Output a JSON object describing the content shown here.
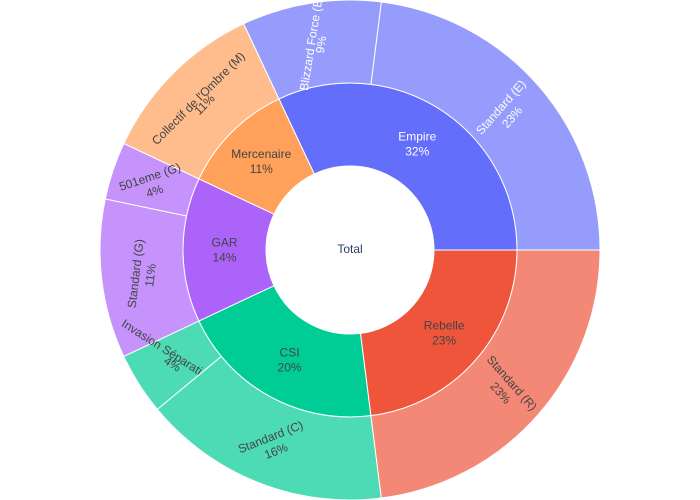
{
  "chart_data": {
    "type": "sunburst",
    "root_label": "Total",
    "groups": [
      {
        "label": "Empire",
        "percent": "32%",
        "value": 32,
        "color": "#636efa",
        "text_color": "#ffffff",
        "children": [
          {
            "label": "Standard (E)",
            "percent": "23%",
            "value": 23,
            "color": "#959cfc",
            "text_color": "#ffffff"
          },
          {
            "label": "Blizzard Force (E)",
            "percent": "9%",
            "value": 9,
            "color": "#959cfc",
            "text_color": "#ffffff"
          }
        ]
      },
      {
        "label": "Mercenaire",
        "percent": "11%",
        "value": 11,
        "color": "#ffa15a",
        "text_color": "#444444",
        "children": [
          {
            "label": "Collectif de l'Ombre (M)",
            "percent": "11%",
            "value": 11,
            "color": "#ffbc8c",
            "text_color": "#444444"
          }
        ]
      },
      {
        "label": "GAR",
        "percent": "14%",
        "value": 14,
        "color": "#ab63fa",
        "text_color": "#444444",
        "children": [
          {
            "label": "501eme (G)",
            "percent": "4%",
            "value": 4,
            "color": "#c593fb",
            "text_color": "#444444"
          },
          {
            "label": "Standard (G)",
            "percent": "11%",
            "value": 11,
            "color": "#c593fb",
            "text_color": "#444444"
          }
        ]
      },
      {
        "label": "CSI",
        "percent": "20%",
        "value": 20,
        "color": "#00cc96",
        "text_color": "#444444",
        "children": [
          {
            "label": "Invasion Séparatiste (C)",
            "percent": "4%",
            "value": 4,
            "color": "#4ddbb6",
            "text_color": "#444444"
          },
          {
            "label": "Standard (C)",
            "percent": "16%",
            "value": 16,
            "color": "#4ddbb6",
            "text_color": "#444444"
          }
        ]
      },
      {
        "label": "Rebelle",
        "percent": "23%",
        "value": 23,
        "color": "#ef553b",
        "text_color": "#444444",
        "children": [
          {
            "label": "Standard (R)",
            "percent": "23%",
            "value": 23,
            "color": "#f48876",
            "text_color": "#444444"
          }
        ]
      }
    ]
  }
}
